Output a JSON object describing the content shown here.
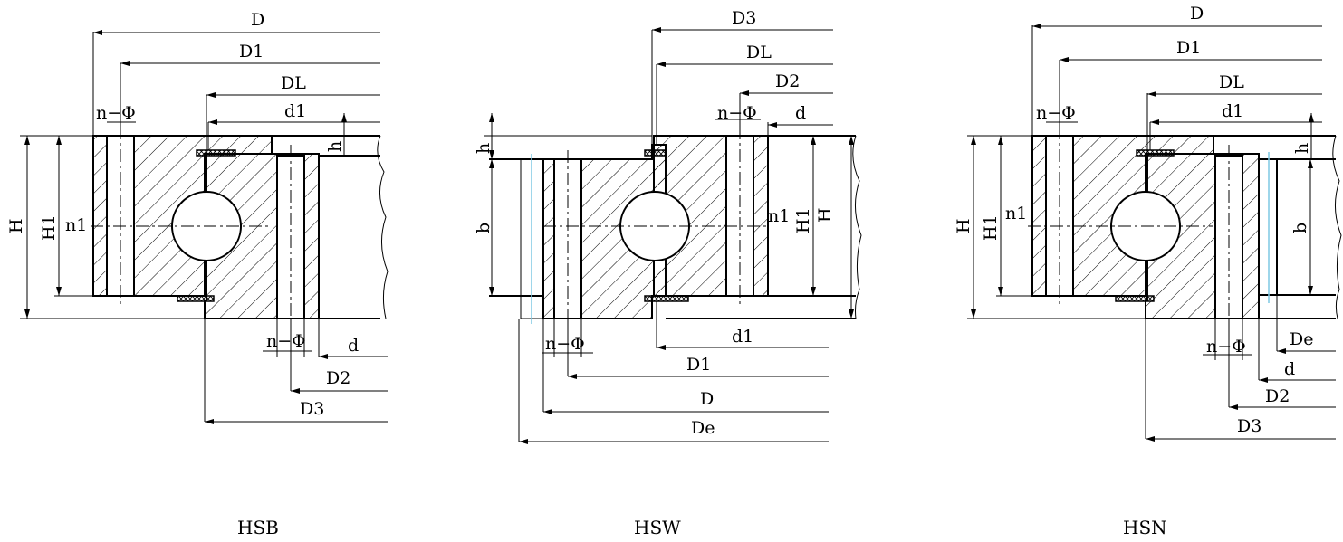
{
  "diagrams": [
    {
      "caption": "HSB",
      "labels": {
        "D": "D",
        "D1": "D1",
        "DL": "DL",
        "d1": "d1",
        "nphi_top": "n−Φ",
        "h": "h",
        "H": "H",
        "H1": "H1",
        "n1": "n1",
        "nphi_bottom": "n−Φ",
        "d": "d",
        "D2": "D2",
        "D3": "D3"
      }
    },
    {
      "caption": "HSW",
      "labels": {
        "D3": "D3",
        "DL": "DL",
        "D2": "D2",
        "nphi_top": "n−Φ",
        "d": "d",
        "h": "h",
        "b": "b",
        "n1": "n1",
        "H1": "H1",
        "H": "H",
        "nphi_bottom": "n−Φ",
        "d1": "d1",
        "D1": "D1",
        "D": "D",
        "De": "De"
      }
    },
    {
      "caption": "HSN",
      "labels": {
        "D": "D",
        "D1": "D1",
        "DL": "DL",
        "d1": "d1",
        "nphi_top": "n−Φ",
        "h": "h",
        "H": "H",
        "H1": "H1",
        "n1": "n1",
        "b": "b",
        "nphi_bottom": "n−Φ",
        "De": "De",
        "d": "d",
        "D2": "D2",
        "D3": "D3"
      }
    }
  ]
}
